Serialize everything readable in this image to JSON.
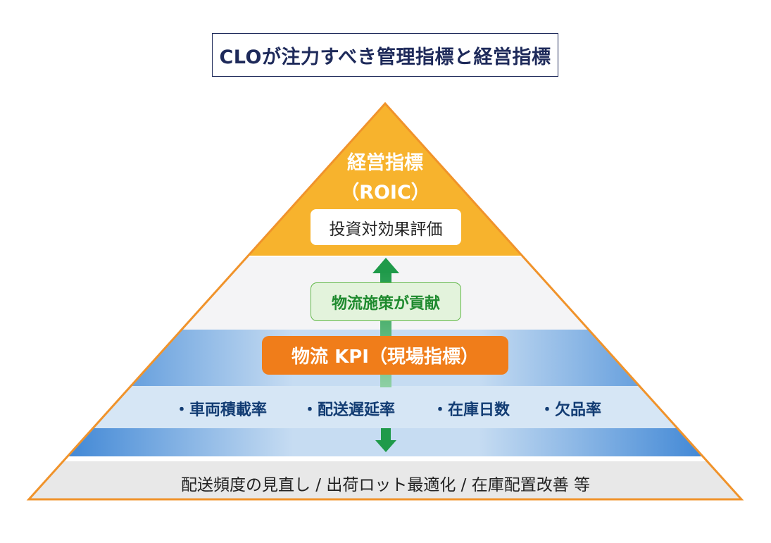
{
  "title": "CLOが注力すべき管理指標と経営指標",
  "pyramid": {
    "top": {
      "title": "経営指標",
      "subtitle": "（ROIC）",
      "box_label": "投資対効果評価"
    },
    "contribution_label": "物流施策が貢献",
    "kpi": {
      "label": "物流 KPI（現場指標）",
      "items": [
        "・車両積載率",
        "・配送遅延率",
        "・在庫日数",
        "・欠品率"
      ]
    },
    "bottom_label": "配送頻度の見直し / 出荷ロット最適化 / 在庫配置改善 等"
  },
  "colors": {
    "border": "#f0932b",
    "top_fill": "#f7b32d",
    "middle_fill": "#f4f4f6",
    "blue_dark": "#1a6fcd",
    "blue_light": "#b9d5f0",
    "kpi_row_fill": "#d6e6f5",
    "bottom_fill": "#e8e8e8",
    "kpi_box": "#f07d1a",
    "arrow_green": "#1f9a4a",
    "title_navy": "#1e2a5a"
  },
  "icons": [
    "arrow-up-icon",
    "arrow-down-icon"
  ]
}
